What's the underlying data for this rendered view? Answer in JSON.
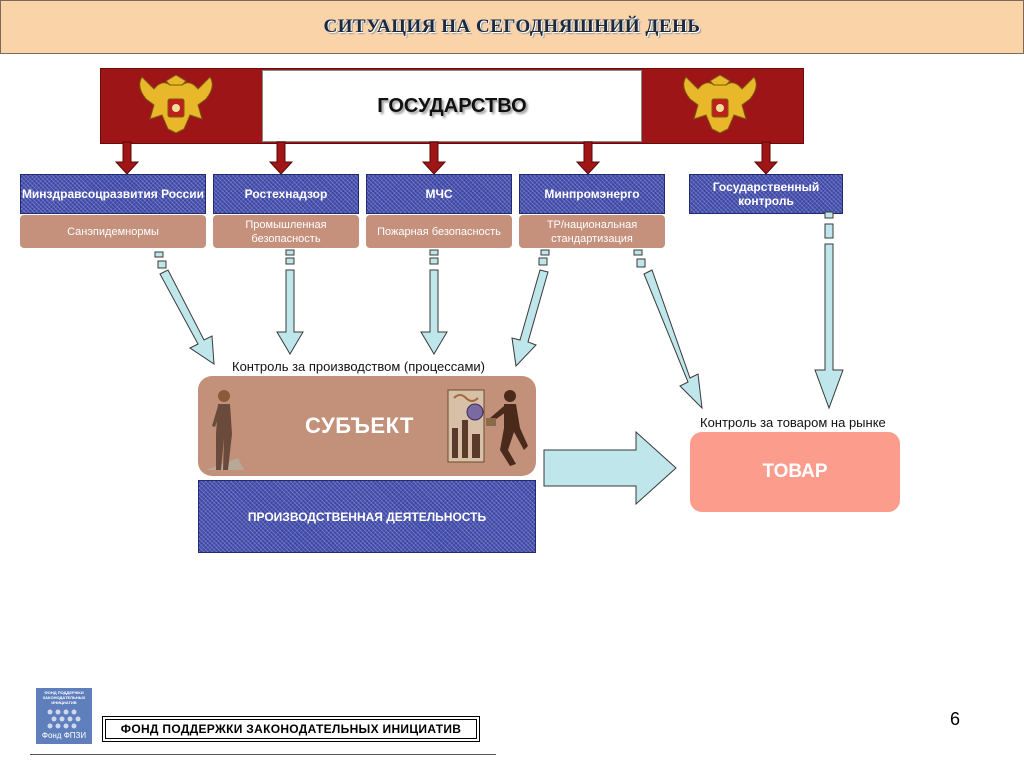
{
  "title": "СИТУАЦИЯ НА СЕГОДНЯШНИЙ ДЕНЬ",
  "state": {
    "label": "ГОСУДАРСТВО"
  },
  "agencies": [
    {
      "name": "Минздравсоцразвития России",
      "sub": "Санэпидемнормы"
    },
    {
      "name": "Ростехнадзор",
      "sub": "Промышленная безопасность"
    },
    {
      "name": "МЧС",
      "sub": "Пожарная безопасность"
    },
    {
      "name": "Минпромэнерго",
      "sub": "ТР/национальная стандартизация"
    },
    {
      "name": "Государственный контроль"
    }
  ],
  "labels": {
    "process_control": "Контроль за производством (процессами)",
    "market_control": "Контроль за товаром на рынке"
  },
  "subject": {
    "label": "СУБЪЕКТ",
    "activity": "ПРОИЗВОДСТВЕННАЯ ДЕЯТЕЛЬНОСТЬ"
  },
  "goods": {
    "label": "ТОВАР"
  },
  "footer": {
    "logo_top": "ФОНД ПОДДЕРЖКИ ЗАКОНОДАТЕЛЬНЫХ ИНИЦИАТИВ",
    "logo_bottom": "Фонд ФПЗИ",
    "org_name": "ФОНД ПОДДЕРЖКИ ЗАКОНОДАТЕЛЬНЫХ ИНИЦИАТИВ",
    "page_number": "6"
  },
  "colors": {
    "title_bg": "#fbd3a9",
    "state_red": "#9e1518",
    "agency_blue": "#3b46a6",
    "sub_brown": "#c5907c",
    "subject_brown": "#c39179",
    "goods_salmon": "#fc9c8c",
    "arrow_fill": "#bfe6ea"
  }
}
